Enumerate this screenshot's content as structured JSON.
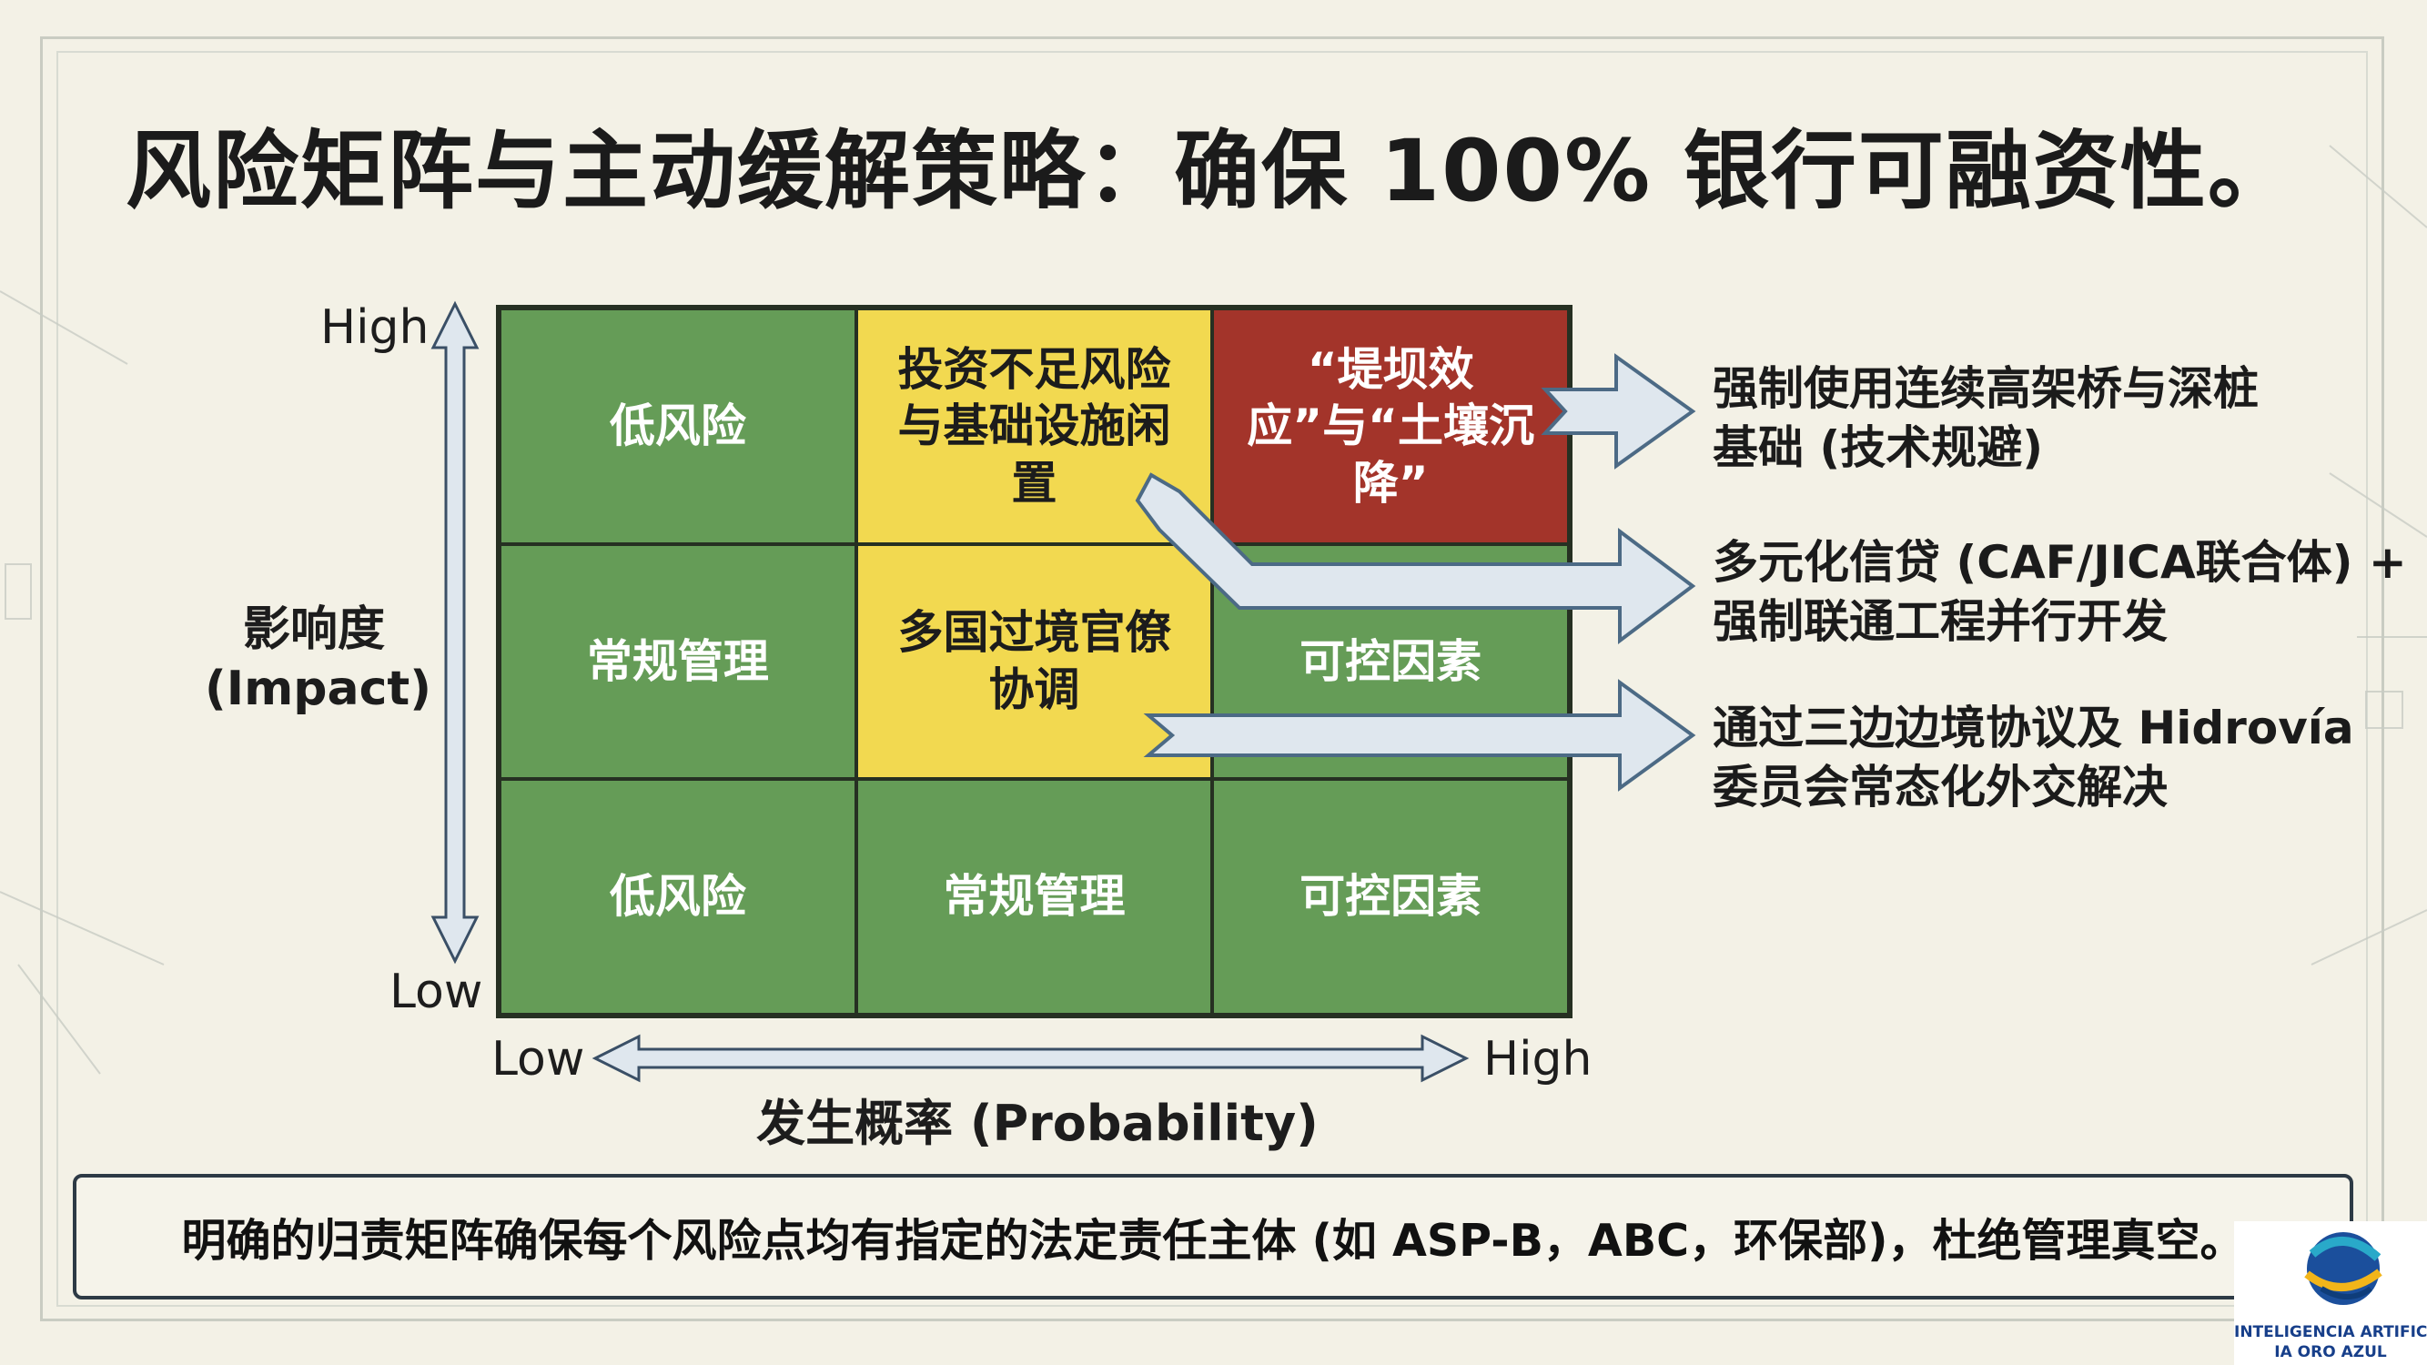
{
  "title": "风险矩阵与主动缓解策略：确保 100% 银行可融资性。",
  "matrix": {
    "cells": [
      {
        "text": "低风险",
        "level": "green"
      },
      {
        "text": "投资不足风险与基础设施闲置",
        "level": "yellow"
      },
      {
        "text": "“堤坝效应”与“土壤沉降”",
        "level": "red"
      },
      {
        "text": "常规管理",
        "level": "green"
      },
      {
        "text": "多国过境官僚协调",
        "level": "yellow"
      },
      {
        "text": "可控因素",
        "level": "green"
      },
      {
        "text": "低风险",
        "level": "green"
      },
      {
        "text": "常规管理",
        "level": "green"
      },
      {
        "text": "可控因素",
        "level": "green"
      }
    ]
  },
  "axes": {
    "y_label": "影响度 (Impact)",
    "y_high": "High",
    "y_low": "Low",
    "x_label": "发生概率 (Probability)",
    "x_low": "Low",
    "x_high": "High"
  },
  "mitigations": [
    {
      "line1": "强制使用连续高架桥与深桩",
      "line2": "基础 (技术规避)"
    },
    {
      "line1": "多元化信贷 (CAF/JICA联合体) +",
      "line2": "强制联通工程并行开发"
    },
    {
      "line1": "通过三边边境协议及 Hidrovía",
      "line2": "委员会常态化外交解决"
    }
  ],
  "footer": "明确的归责矩阵确保每个风险点均有指定的法定责任主体 (如 ASP-B，ABC，环保部)，杜绝管理真空。",
  "logo": {
    "line1": "INTELIGENCIA ARTIFICIAL",
    "line2": "IA ORO AZUL"
  },
  "colors": {
    "green": "#659c57",
    "yellow": "#f2d950",
    "red": "#a3342a",
    "arrow": "#dfe7ee"
  }
}
